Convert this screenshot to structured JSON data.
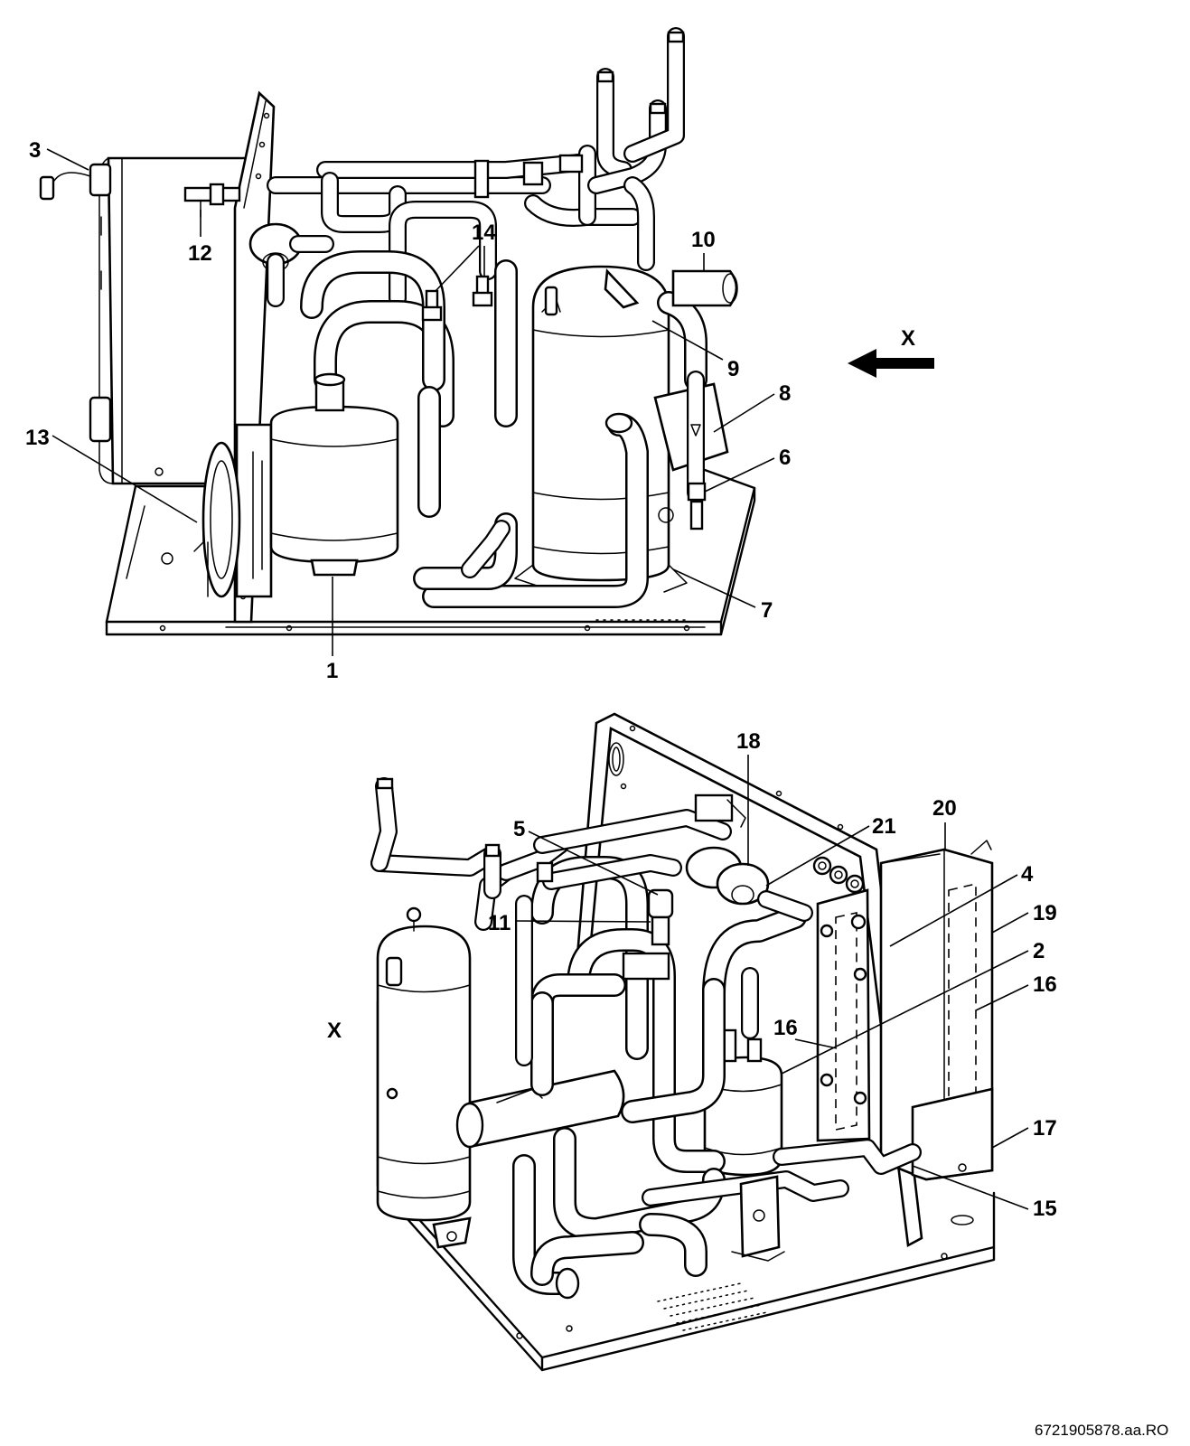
{
  "diagram": {
    "reference_code": "6721905878.aa.RO",
    "view_marker": "X",
    "top_view_labels": [
      "1",
      "3",
      "6",
      "7",
      "8",
      "9",
      "10",
      "12",
      "13",
      "14"
    ],
    "bottom_view_labels": [
      "2",
      "4",
      "5",
      "11",
      "15",
      "16",
      "16",
      "17",
      "18",
      "19",
      "20",
      "21"
    ],
    "labels": {
      "l1": "1",
      "l2": "2",
      "l3": "3",
      "l4": "4",
      "l5": "5",
      "l6": "6",
      "l7": "7",
      "l8": "8",
      "l9": "9",
      "l10": "10",
      "l11": "11",
      "l12": "12",
      "l13": "13",
      "l14": "14",
      "l15": "15",
      "l16a": "16",
      "l16b": "16",
      "l17": "17",
      "l18": "18",
      "l19": "19",
      "l20": "20",
      "l21": "21"
    },
    "line_color": "#000000",
    "background": "#ffffff"
  }
}
